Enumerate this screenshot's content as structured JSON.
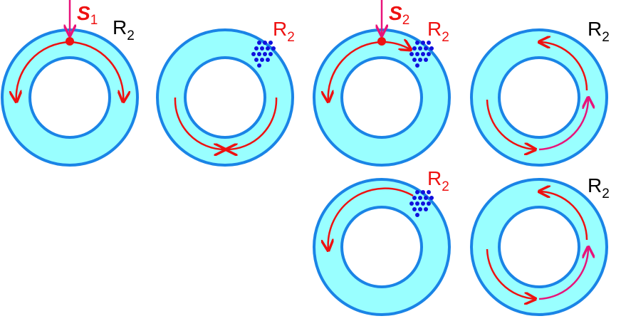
{
  "colors": {
    "ring_fill": "#99ffff",
    "ring_stroke": "#1a84e6",
    "hole_fill": "#ffffff",
    "arrow_red": "#ee1111",
    "arrow_magenta": "#e8137a",
    "dots_blue": "#1010dd",
    "label_black": "#000000",
    "label_red": "#ee1111"
  },
  "labels": {
    "s1_main": "S",
    "s1_sub": "1",
    "s2_main": "S",
    "s2_sub": "2",
    "r_main": "R",
    "r_sub": "2"
  },
  "panels": [
    {
      "id": "a",
      "r_label_color": "black"
    },
    {
      "id": "b",
      "r_label_color": "red"
    },
    {
      "id": "c",
      "r_label_color": "red"
    },
    {
      "id": "d",
      "r_label_color": "black"
    },
    {
      "id": "e",
      "r_label_color": "red"
    },
    {
      "id": "f",
      "r_label_color": "black"
    }
  ]
}
